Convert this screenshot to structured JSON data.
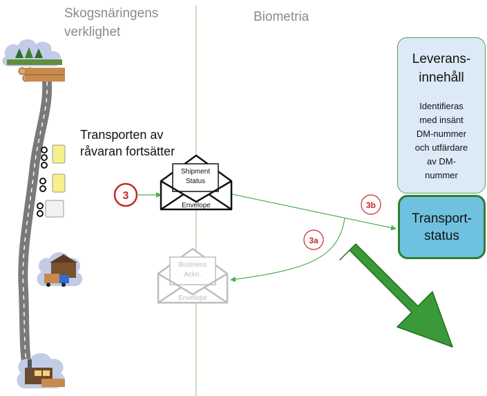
{
  "headings": {
    "left": "Skogsnäringens verklighet",
    "right": "Biometria"
  },
  "transport_text": "Transporten av råvaran fortsätter",
  "steps": {
    "s3": "3",
    "s3a": "3a",
    "s3b": "3b"
  },
  "envelopes": {
    "shipment": {
      "content_line1": "Shipment",
      "content_line2": "Status",
      "label": "Envelope"
    },
    "business": {
      "content_line1": "Business",
      "content_line2": "Ackn.",
      "label": "Envelope"
    }
  },
  "boxes": {
    "leverans": {
      "title": "Leverans-\ninnehåll",
      "body": "Identifieras\nmed insänt\nDM-nummer\noch utfärdare\nav DM-\nnummer"
    },
    "status": {
      "title": "Transport-\nstatus"
    }
  },
  "colors": {
    "divider": "#9ccc8f",
    "arrow_line": "#4caf50",
    "step_circle": "#c62828",
    "big_arrow": "#3a9a3a"
  },
  "icons": [
    "forest-logs-icon",
    "road-icon",
    "truck-icon",
    "sawmill-icon",
    "factory-icon",
    "envelope-icon"
  ]
}
